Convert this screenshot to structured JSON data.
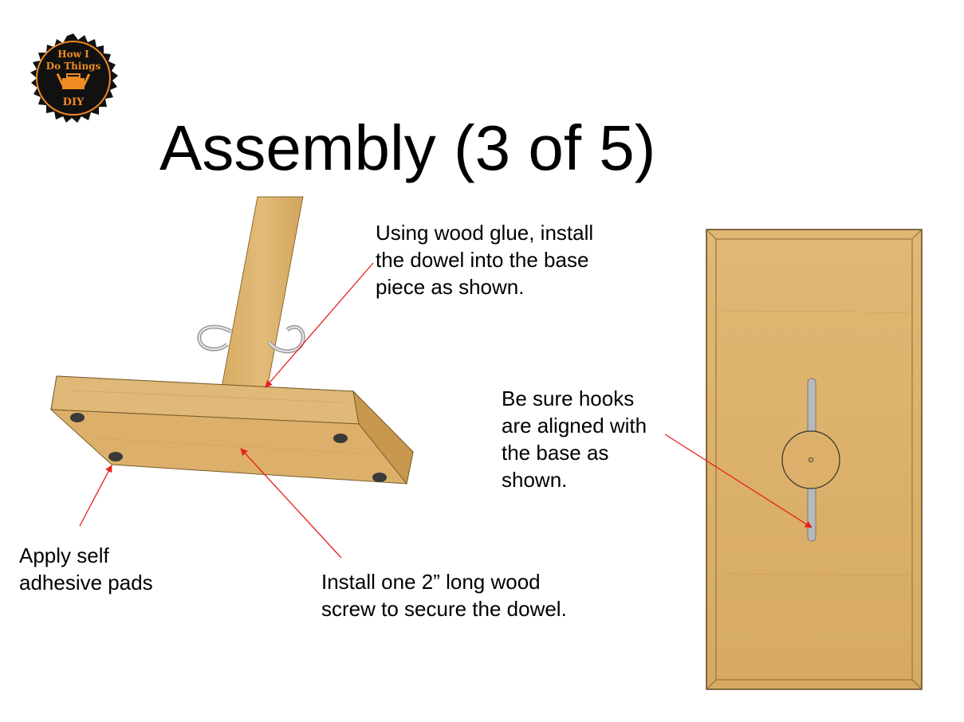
{
  "logo": {
    "line1": "How I",
    "line2": "Do Things",
    "line3": "DIY"
  },
  "title": "Assembly (3 of 5)",
  "notes": {
    "glue": "Using wood glue, install\nthe dowel into the base\npiece as shown.",
    "hooks": "Be sure hooks\nare aligned with\nthe base as\nshown.",
    "pads": "Apply self\nadhesive pads",
    "screw": "Install one 2” long wood\nscrew to secure the dowel."
  },
  "colors": {
    "wood_light": "#dcb26a",
    "wood_dark": "#c99850",
    "leader_line": "#e8201a",
    "logo_orange": "#f08a24",
    "logo_black": "#111111"
  }
}
